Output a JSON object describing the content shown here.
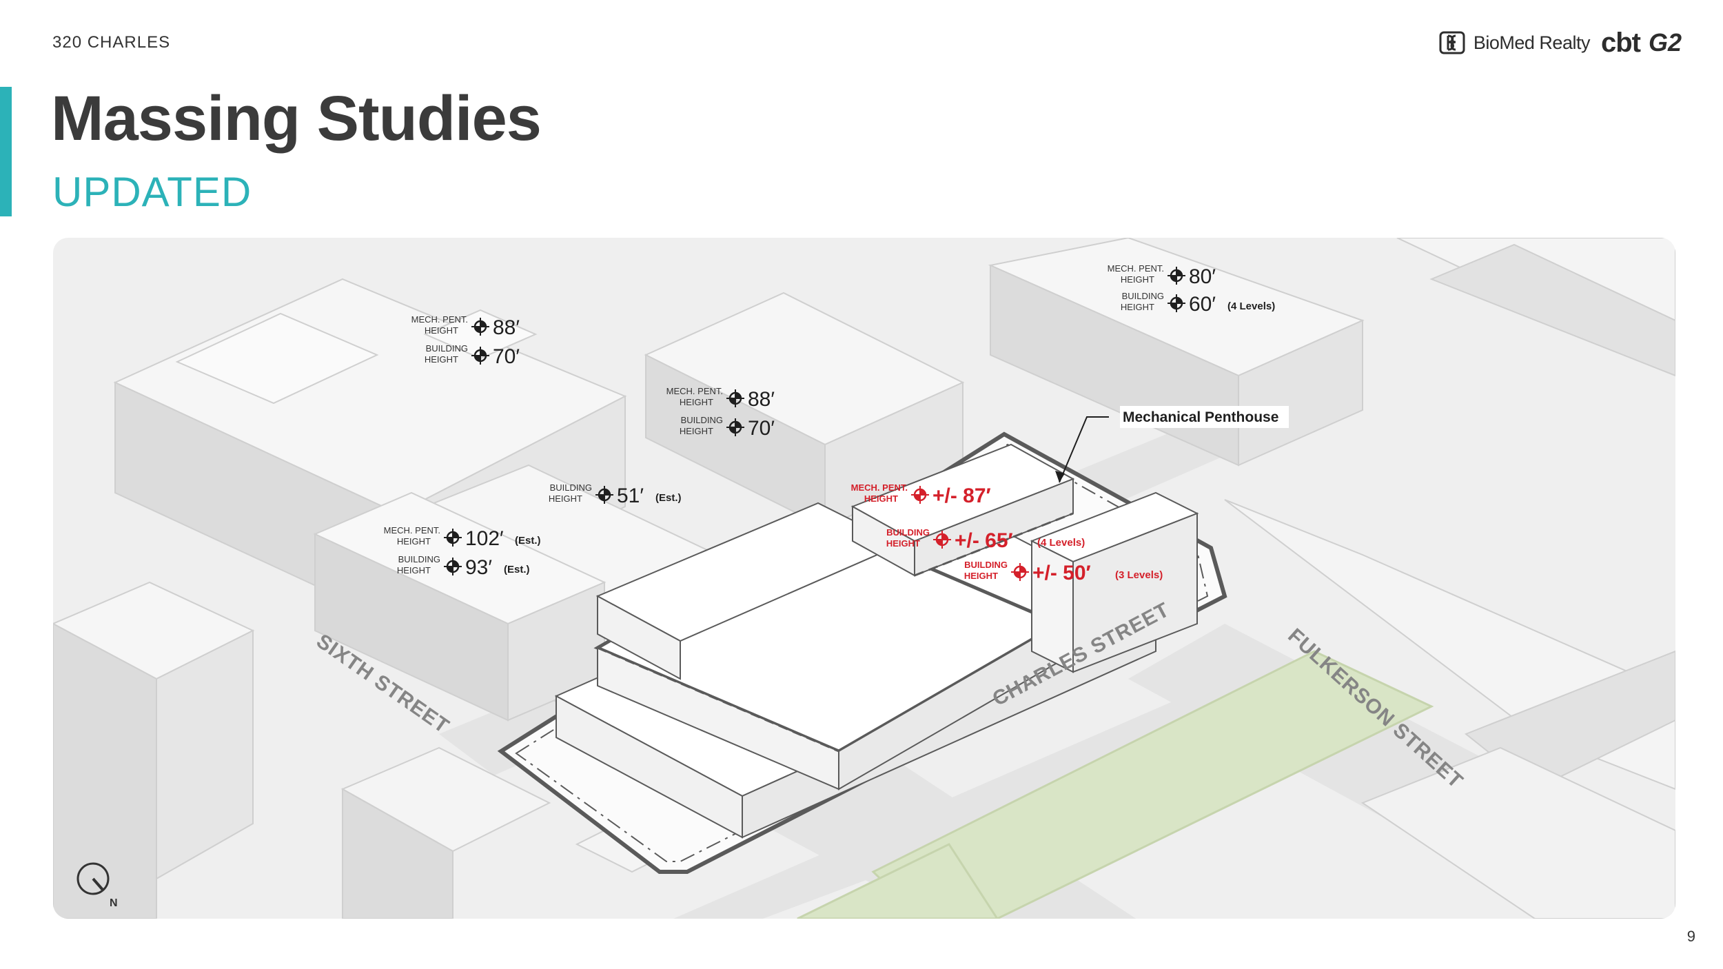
{
  "header": {
    "project": "320 CHARLES",
    "title": "Massing Studies",
    "subtitle": "UPDATED",
    "page_number": "9",
    "accent_color": "#2cb2b8"
  },
  "logos": {
    "biomed": "BioMed Realty",
    "cbt": "cbt",
    "g2": "G2"
  },
  "diagram": {
    "streets": {
      "sixth": "SIXTH STREET",
      "charles": "CHARLES STREET",
      "fulkerson": "FULKERSON STREET"
    },
    "north_arrow": "N",
    "penthouse_label": "Mechanical Penthouse",
    "context_callouts": [
      {
        "label1": "MECH. PENT.",
        "label2": "HEIGHT",
        "value": "88′",
        "note": ""
      },
      {
        "label1": "BUILDING",
        "label2": "HEIGHT",
        "value": "70′",
        "note": ""
      },
      {
        "label1": "MECH. PENT.",
        "label2": "HEIGHT",
        "value": "88′",
        "note": ""
      },
      {
        "label1": "BUILDING",
        "label2": "HEIGHT",
        "value": "70′",
        "note": ""
      },
      {
        "label1": "BUILDING",
        "label2": "HEIGHT",
        "value": "51′",
        "note": "(Est.)"
      },
      {
        "label1": "MECH. PENT.",
        "label2": "HEIGHT",
        "value": "102′",
        "note": "(Est.)"
      },
      {
        "label1": "BUILDING",
        "label2": "HEIGHT",
        "value": "93′",
        "note": "(Est.)"
      },
      {
        "label1": "MECH. PENT.",
        "label2": "HEIGHT",
        "value": "80′",
        "note": ""
      },
      {
        "label1": "BUILDING",
        "label2": "HEIGHT",
        "value": "60′",
        "note": "(4 Levels)"
      }
    ],
    "project_callouts": [
      {
        "label1": "MECH. PENT.",
        "label2": "HEIGHT",
        "value": "+/- 87′",
        "note": ""
      },
      {
        "label1": "BUILDING",
        "label2": "HEIGHT",
        "value": "+/- 65′",
        "note": "(4 Levels)"
      },
      {
        "label1": "BUILDING",
        "label2": "HEIGHT",
        "value": "+/- 50′",
        "note": "(3 Levels)"
      }
    ],
    "highlight_color": "#d4202a",
    "park_color": "#d9e5c6"
  }
}
